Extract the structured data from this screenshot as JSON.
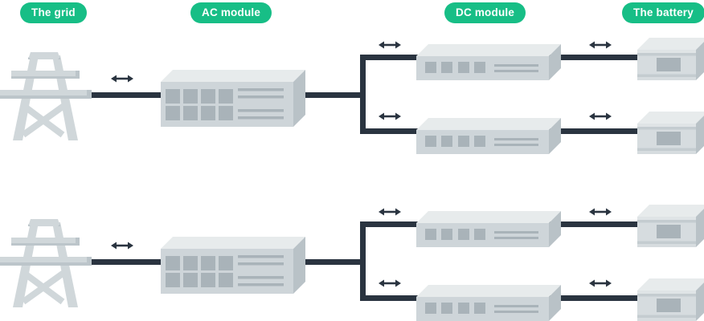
{
  "diagram": {
    "labels": {
      "grid": "The grid",
      "ac_module": "AC module",
      "dc_module": "DC module",
      "battery": "The battery"
    },
    "colors": {
      "background": "#FFFFFF",
      "badge_green": "#17BE86",
      "badge_text": "#FFFFFF",
      "line_dark": "#2A3440",
      "box_front": "#CED5D9",
      "box_top": "#E7EBEC",
      "box_side": "#B9C2C7",
      "box_detail": "#A9B3B9",
      "battery_front": "#D6DCDF",
      "battery_sliver": "#DFE4E6",
      "battery_ridge": "#C4CCD0",
      "tower_fill": "#D0D7DA",
      "tower_shade": "#BCC5CA"
    },
    "structure": {
      "systems_count": 2,
      "per_system": [
        "grid <-> AC module",
        "AC module <-> DC module (branch 1)",
        "AC module <-> DC module (branch 2)",
        "DC module (branch 1) <-> battery",
        "DC module (branch 2) <-> battery"
      ],
      "links_bidirectional": true
    }
  }
}
